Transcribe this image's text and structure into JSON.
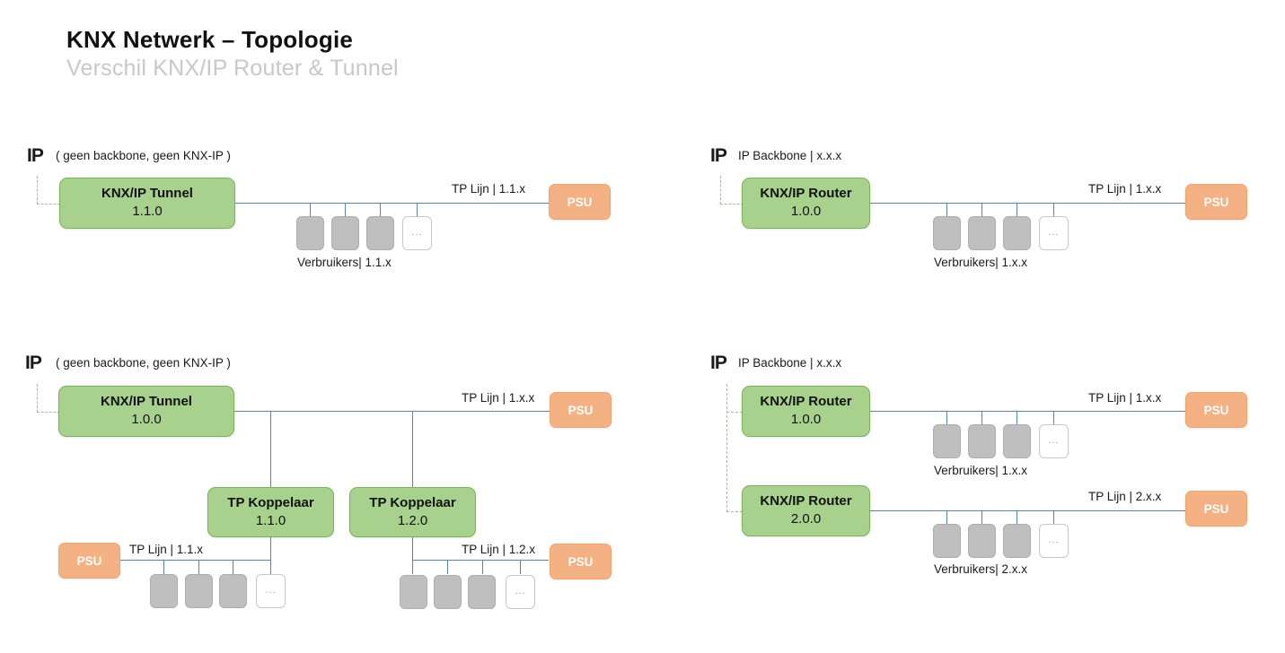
{
  "header": {
    "title": "KNX Netwerk – Topologie",
    "subtitle": "Verschil KNX/IP Router & Tunnel"
  },
  "colors": {
    "green_fill": "#a9d18e",
    "green_border": "#7ab259",
    "psu_fill": "#f4b183",
    "device_fill": "#bfbfbf",
    "line": "#5b83a8",
    "dashed": "#b0b0b0",
    "title": "#111111",
    "subtitle": "#c8c8c8"
  },
  "labels": {
    "ip_mark": "IP",
    "psu": "PSU",
    "ellipsis": "...",
    "note_no_backbone": "( geen backbone, geen KNX-IP )",
    "note_backbone": "IP Backbone | x.x.x"
  },
  "quadrants": {
    "top_left": {
      "ip_mark": "IP",
      "ip_note": "( geen backbone, geen KNX-IP )",
      "device": {
        "type": "KNX/IP Tunnel",
        "address": "1.1.0"
      },
      "line_label": "TP Lijn | 1.1.x",
      "consumers_label": "Verbruikers| 1.1.x",
      "psu": "PSU"
    },
    "top_right": {
      "ip_mark": "IP",
      "ip_note": "IP Backbone | x.x.x",
      "device": {
        "type": "KNX/IP Router",
        "address": "1.0.0"
      },
      "line_label": "TP Lijn | 1.x.x",
      "consumers_label": "Verbruikers| 1.x.x",
      "psu": "PSU"
    },
    "bottom_left": {
      "ip_mark": "IP",
      "ip_note": "( geen backbone, geen KNX-IP )",
      "device": {
        "type": "KNX/IP Tunnel",
        "address": "1.0.0"
      },
      "main_line_label": "TP Lijn | 1.x.x",
      "main_psu": "PSU",
      "couplers": [
        {
          "type": "TP Koppelaar",
          "address": "1.1.0",
          "line_label": "TP Lijn | 1.1.x",
          "psu": "PSU"
        },
        {
          "type": "TP Koppelaar",
          "address": "1.2.0",
          "line_label": "TP Lijn | 1.2.x",
          "psu": "PSU"
        }
      ]
    },
    "bottom_right": {
      "ip_mark": "IP",
      "ip_note": "IP Backbone | x.x.x",
      "lines": [
        {
          "device": {
            "type": "KNX/IP Router",
            "address": "1.0.0"
          },
          "line_label": "TP Lijn | 1.x.x",
          "consumers_label": "Verbruikers| 1.x.x",
          "psu": "PSU"
        },
        {
          "device": {
            "type": "KNX/IP Router",
            "address": "2.0.0"
          },
          "line_label": "TP Lijn | 2.x.x",
          "consumers_label": "Verbruikers| 2.x.x",
          "psu": "PSU"
        }
      ]
    }
  }
}
